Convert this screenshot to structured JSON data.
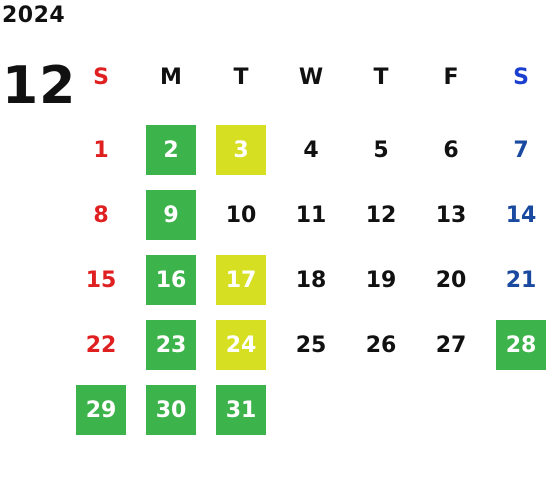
{
  "year": "2024",
  "month": "12",
  "weekdays": [
    {
      "label": "S",
      "color": "#e02020"
    },
    {
      "label": "M",
      "color": "#111111"
    },
    {
      "label": "T",
      "color": "#111111"
    },
    {
      "label": "W",
      "color": "#111111"
    },
    {
      "label": "T",
      "color": "#111111"
    },
    {
      "label": "F",
      "color": "#111111"
    },
    {
      "label": "S",
      "color": "#1a3fd0"
    }
  ],
  "colors": {
    "sunday": "#e02020",
    "saturday": "#1a4aa0",
    "weekday": "#111111",
    "highlight_green": "#3db34b",
    "highlight_lime": "#d6df22"
  },
  "weeks": [
    [
      {
        "day": "1",
        "highlight": ""
      },
      {
        "day": "2",
        "highlight": "green"
      },
      {
        "day": "3",
        "highlight": "lime"
      },
      {
        "day": "4",
        "highlight": ""
      },
      {
        "day": "5",
        "highlight": ""
      },
      {
        "day": "6",
        "highlight": ""
      },
      {
        "day": "7",
        "highlight": ""
      }
    ],
    [
      {
        "day": "8",
        "highlight": ""
      },
      {
        "day": "9",
        "highlight": "green"
      },
      {
        "day": "10",
        "highlight": ""
      },
      {
        "day": "11",
        "highlight": ""
      },
      {
        "day": "12",
        "highlight": ""
      },
      {
        "day": "13",
        "highlight": ""
      },
      {
        "day": "14",
        "highlight": ""
      }
    ],
    [
      {
        "day": "15",
        "highlight": ""
      },
      {
        "day": "16",
        "highlight": "green"
      },
      {
        "day": "17",
        "highlight": "lime"
      },
      {
        "day": "18",
        "highlight": ""
      },
      {
        "day": "19",
        "highlight": ""
      },
      {
        "day": "20",
        "highlight": ""
      },
      {
        "day": "21",
        "highlight": ""
      }
    ],
    [
      {
        "day": "22",
        "highlight": ""
      },
      {
        "day": "23",
        "highlight": "green"
      },
      {
        "day": "24",
        "highlight": "lime"
      },
      {
        "day": "25",
        "highlight": ""
      },
      {
        "day": "26",
        "highlight": ""
      },
      {
        "day": "27",
        "highlight": ""
      },
      {
        "day": "28",
        "highlight": "green"
      }
    ],
    [
      {
        "day": "29",
        "highlight": "green"
      },
      {
        "day": "30",
        "highlight": "green"
      },
      {
        "day": "31",
        "highlight": "green"
      }
    ]
  ]
}
